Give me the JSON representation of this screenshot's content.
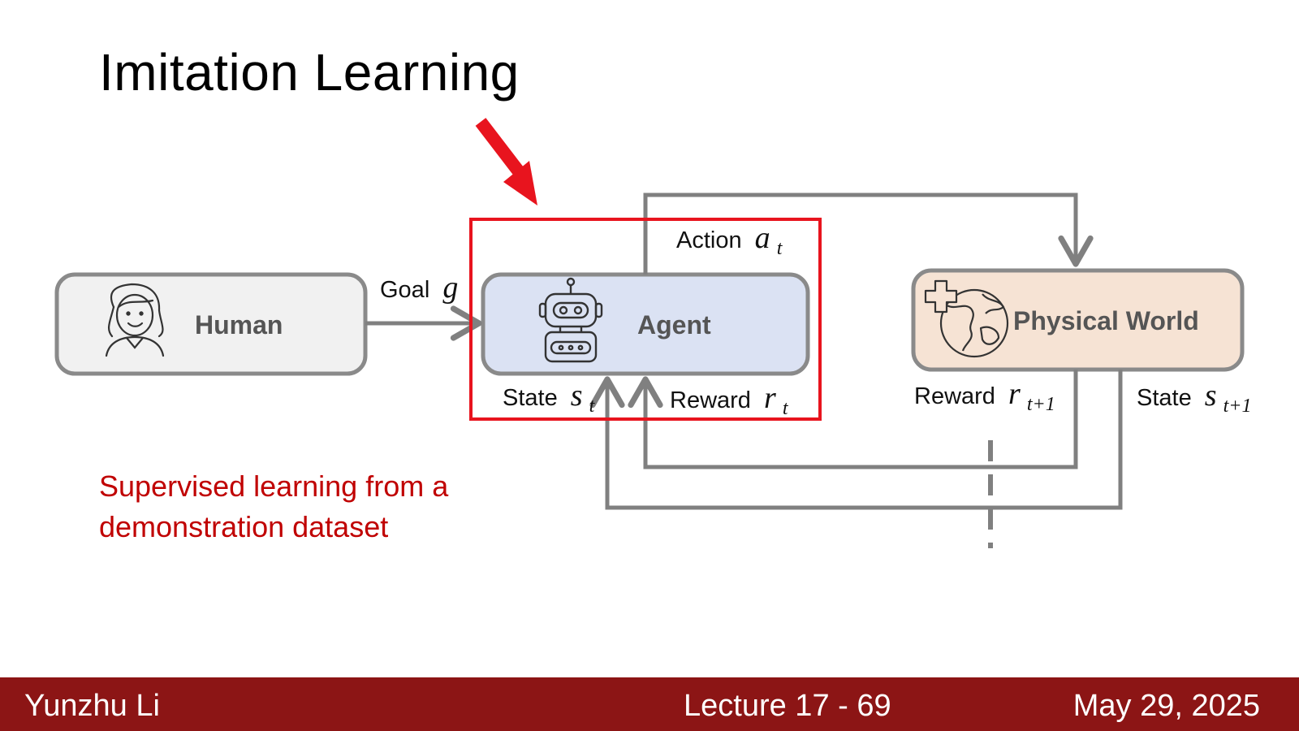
{
  "slide": {
    "title": "Imitation Learning",
    "note": "Supervised learning from a demonstration dataset"
  },
  "diagram": {
    "nodes": {
      "human": "Human",
      "agent": "Agent",
      "world": "Physical World"
    },
    "edges": {
      "goal": {
        "label": "Goal",
        "symbol": "g",
        "sub": ""
      },
      "action": {
        "label": "Action",
        "symbol": "a",
        "sub": "t"
      },
      "state_t": {
        "label": "State",
        "symbol": "s",
        "sub": "t"
      },
      "reward_t": {
        "label": "Reward",
        "symbol": "r",
        "sub": "t"
      },
      "reward_t1": {
        "label": "Reward",
        "symbol": "r",
        "sub": "t+1"
      },
      "state_t1": {
        "label": "State",
        "symbol": "s",
        "sub": "t+1"
      }
    },
    "colors": {
      "human_fill": "#f1f1f1",
      "agent_fill": "#dbe2f3",
      "world_fill": "#f6e3d4",
      "box_stroke": "#8a8a8a",
      "highlight": "#e8141e",
      "arrow": "#808080"
    },
    "icons": [
      "person-icon",
      "robot-icon",
      "globe-icon",
      "red-pointer-arrow-icon"
    ]
  },
  "footer": {
    "author": "Yunzhu Li",
    "lecture": "Lecture 17 - 69",
    "date": "May 29, 2025"
  }
}
